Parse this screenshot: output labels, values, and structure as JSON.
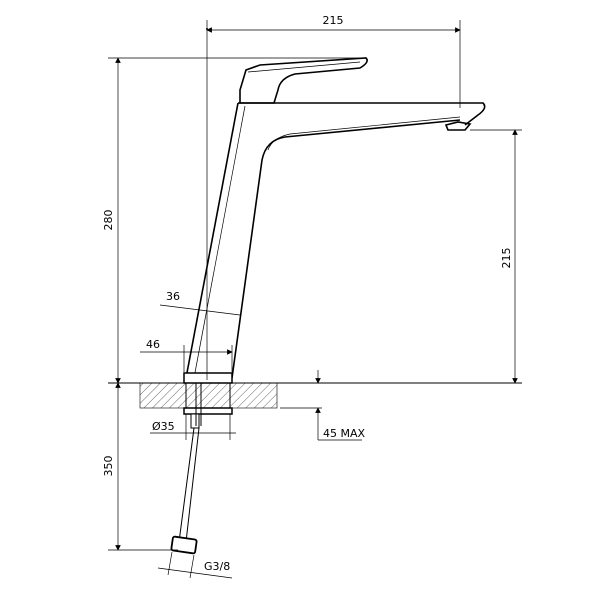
{
  "dimensions": {
    "spout_reach": "215",
    "total_height": "280",
    "spout_height": "215",
    "body_width": "36",
    "base_width": "46",
    "hole_diameter": "Ø35",
    "max_thickness": "45 MAX",
    "hose_length": "350",
    "thread": "G3/8"
  }
}
